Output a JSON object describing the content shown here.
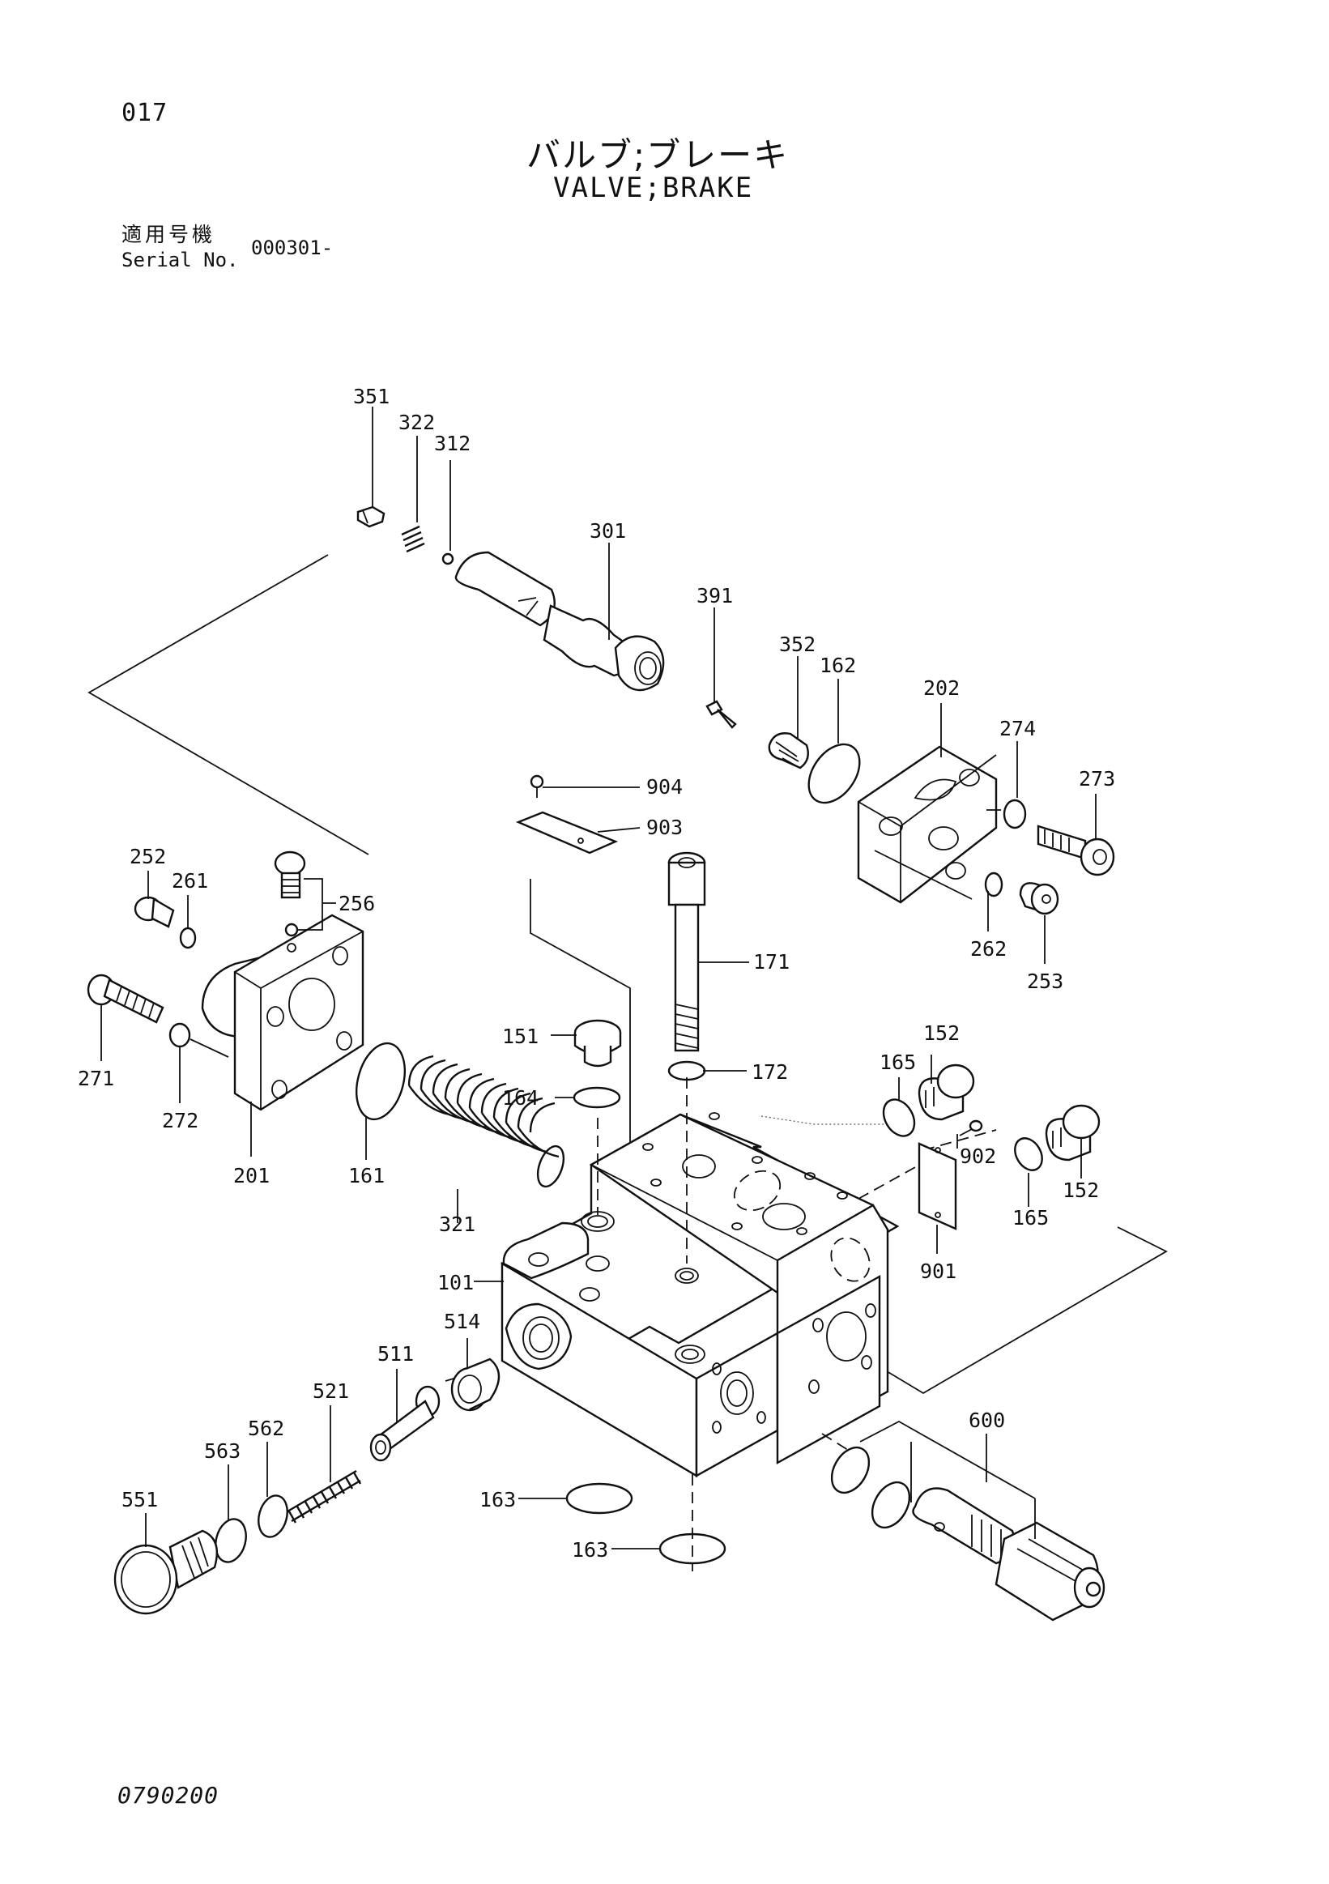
{
  "header": {
    "page_number": "017",
    "title_jp": "バルブ;ブレーキ",
    "title_en": "VALVE;BRAKE"
  },
  "serial": {
    "label_jp": "適用号機",
    "label_en": "Serial No.",
    "value": "000301-"
  },
  "footer": {
    "doc_code": "0790200"
  },
  "callouts": {
    "c351": "351",
    "c322": "322",
    "c312": "312",
    "c301": "301",
    "c391": "391",
    "c352": "352",
    "c162": "162",
    "c202": "202",
    "c274": "274",
    "c273": "273",
    "c904": "904",
    "c903": "903",
    "c252": "252",
    "c261": "261",
    "c256": "256",
    "c262": "262",
    "c253": "253",
    "c171": "171",
    "c271": "271",
    "c151": "151",
    "c152a": "152",
    "c165a": "165",
    "c172": "172",
    "c164": "164",
    "c272": "272",
    "c201": "201",
    "c161": "161",
    "c902": "902",
    "c152b": "152",
    "c165b": "165",
    "c321": "321",
    "c101": "101",
    "c901": "901",
    "c514": "514",
    "c511": "511",
    "c521": "521",
    "c562": "562",
    "c563": "563",
    "c551": "551",
    "c600": "600",
    "c163a": "163",
    "c163b": "163"
  }
}
